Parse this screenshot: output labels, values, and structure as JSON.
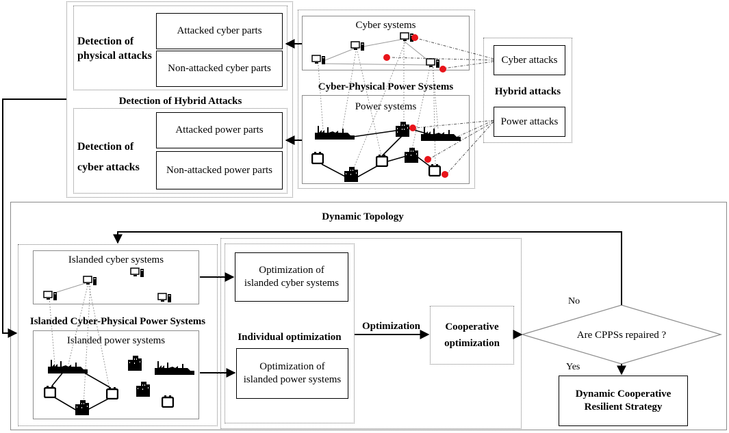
{
  "top": {
    "detection_hybrid_title": "Detection of Hybrid Attacks",
    "detection_physical_label": "Detection of\nphysical attacks",
    "attacked_cyber_parts": "Attacked cyber parts",
    "non_attacked_cyber_parts": "Non-attacked cyber parts",
    "detection_cyber_label": "Detection of\ncyber attacks",
    "attacked_power_parts": "Attacked power parts",
    "non_attacked_power_parts": "Non-attacked power parts",
    "cyber_systems": "Cyber systems",
    "cpps_title": "Cyber-Physical Power Systems",
    "power_systems": "Power systems",
    "hybrid_attacks": "Hybrid attacks",
    "cyber_attacks": "Cyber attacks",
    "power_attacks": "Power attacks"
  },
  "bottom": {
    "dynamic_topology": "Dynamic Topology",
    "islanded_cyber_systems": "Islanded cyber systems",
    "islanded_cpps_title": "Islanded Cyber-Physical Power Systems",
    "islanded_power_systems": "Islanded power systems",
    "opt_cyber": "Optimization of\nislanded cyber systems",
    "opt_power": "Optimization of\nislanded power systems",
    "individual_optimization": "Individual optimization",
    "optimization": "Optimization",
    "cooperative_optimization": "Cooperative\noptimization",
    "decision": "Are CPPSs repaired ?",
    "no": "No",
    "yes": "Yes",
    "strategy": "Dynamic Cooperative\nResilient Strategy"
  },
  "colors": {
    "attack_marker": "#e8141a",
    "line": "#000000",
    "dotted_border": "#7a7a7a"
  },
  "icons": [
    "computer-icon",
    "factory-icon",
    "building-icon",
    "generator-icon",
    "attack-dot-icon"
  ]
}
